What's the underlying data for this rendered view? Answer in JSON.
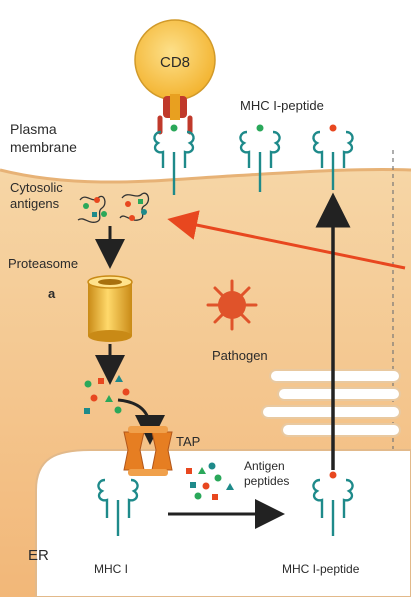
{
  "labels": {
    "cd8": "CD8",
    "mhc_peptide_top": "MHC I-peptide",
    "plasma_line1": "Plasma",
    "plasma_line2": "membrane",
    "cytosolic_line1": "Cytosolic",
    "cytosolic_line2": "antigens",
    "proteasome": "Proteasome",
    "panel_letter": "a",
    "pathogen": "Pathogen",
    "tap": "TAP",
    "antigen_line1": "Antigen",
    "antigen_line2": "peptides",
    "er": "ER",
    "mhc_i": "MHC I",
    "mhc_peptide_bottom": "MHC I-peptide"
  },
  "colors": {
    "cytoplasm": "#f7c88e",
    "membrane_band": "#f3dfbf",
    "er_lumen": "#ffffff",
    "mhc_teal": "#1e8a8a",
    "cd8_yellow": "#f9c24a",
    "cd8_receptor": "#c0392b",
    "proteasome": "#e6b23a",
    "pathogen": "#e0532a",
    "red_arrow": "#e8471f",
    "black_arrow": "#222222"
  }
}
